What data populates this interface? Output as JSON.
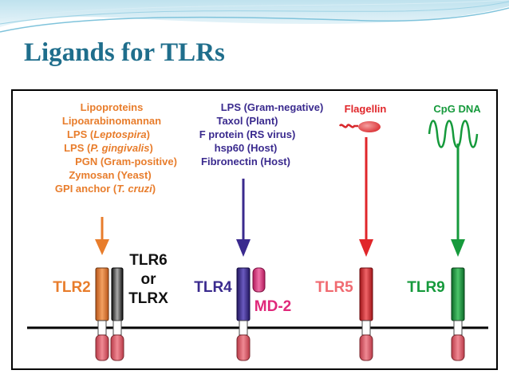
{
  "slide": {
    "title": "Ligands for TLRs"
  },
  "colors": {
    "title": "#1f6e8c",
    "tlr2": "#e87d2c",
    "tlr4": "#3a2a8e",
    "tlr5": "#e0262a",
    "tlr9": "#169a3c",
    "md2": "#e0287a",
    "tlr6": "#222222",
    "cytoplasmic": "#d9505e"
  },
  "tlr2_ligands": [
    {
      "parts": [
        {
          "text": "Lipoproteins",
          "italic": false
        }
      ]
    },
    {
      "parts": [
        {
          "text": "Lipoarabinomannan",
          "italic": false
        }
      ]
    },
    {
      "parts": [
        {
          "text": "LPS (",
          "italic": false
        },
        {
          "text": "Leptospira",
          "italic": true
        },
        {
          "text": ")",
          "italic": false
        }
      ]
    },
    {
      "parts": [
        {
          "text": "LPS (",
          "italic": false
        },
        {
          "text": "P. gingivalis",
          "italic": true
        },
        {
          "text": ")",
          "italic": false
        }
      ]
    },
    {
      "parts": [
        {
          "text": "PGN (Gram-positive)",
          "italic": false
        }
      ]
    },
    {
      "parts": [
        {
          "text": "Zymosan (Yeast)",
          "italic": false
        }
      ]
    },
    {
      "parts": [
        {
          "text": "GPI anchor (",
          "italic": false
        },
        {
          "text": "T. cruzi",
          "italic": true
        },
        {
          "text": ")",
          "italic": false
        }
      ]
    }
  ],
  "tlr4_ligands": [
    "LPS (Gram-negative)",
    "Taxol (Plant)",
    "F protein (RS virus)",
    "hsp60 (Host)",
    "Fibronectin (Host)"
  ],
  "tlr5_ligand": "Flagellin",
  "tlr9_ligand": "CpG DNA",
  "labels": {
    "tlr2": "TLR2",
    "tlr6_lines": [
      "TLR6",
      "or",
      "TLRX"
    ],
    "tlr4": "TLR4",
    "md2": "MD-2",
    "tlr5": "TLR5",
    "tlr9": "TLR9"
  }
}
